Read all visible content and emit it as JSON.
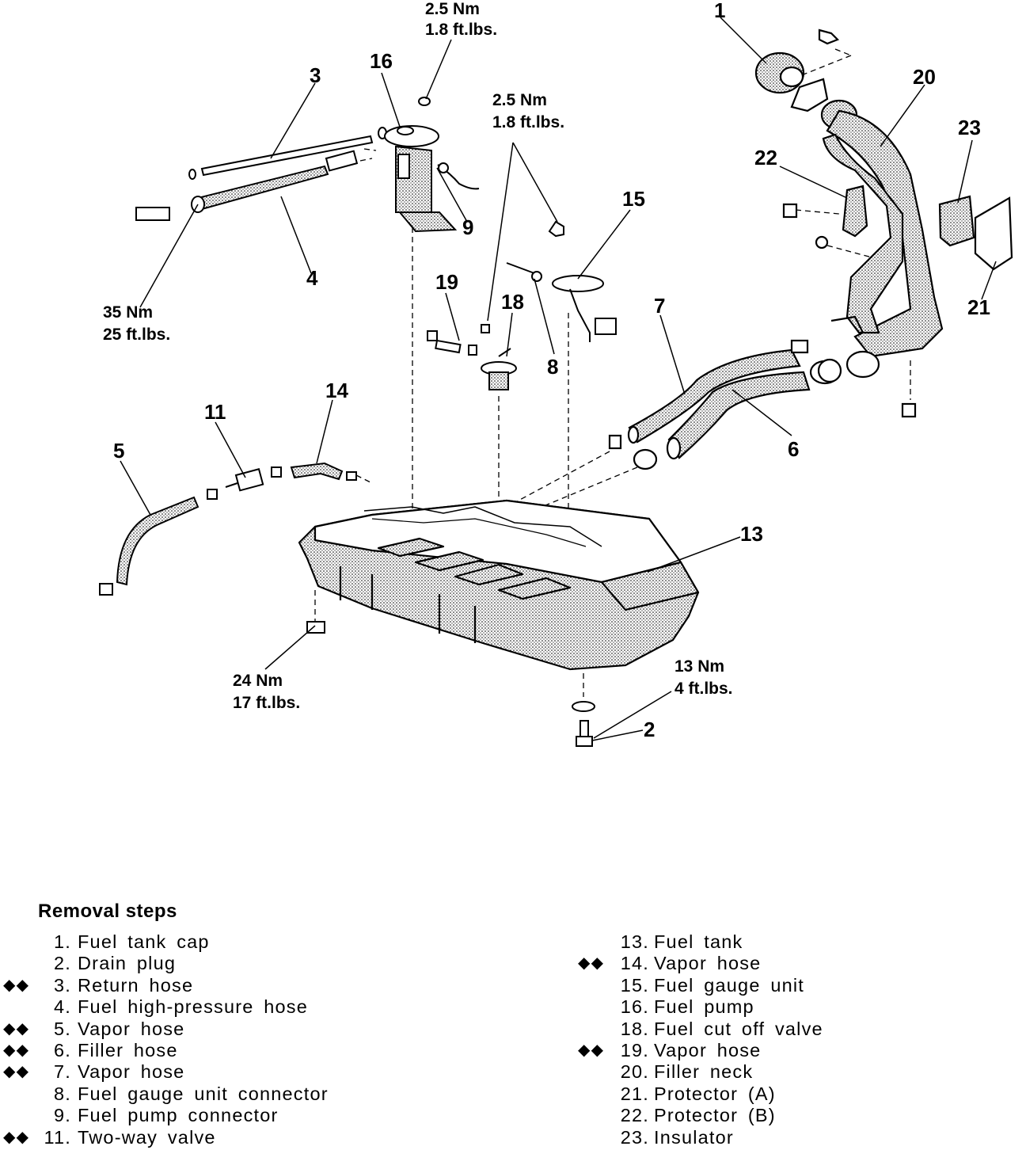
{
  "diagram": {
    "callouts": {
      "c1": "1",
      "c2": "2",
      "c3": "3",
      "c4": "4",
      "c5": "5",
      "c6": "6",
      "c7": "7",
      "c8": "8",
      "c9": "9",
      "c11": "11",
      "c13": "13",
      "c14": "14",
      "c15": "15",
      "c16": "16",
      "c18": "18",
      "c19": "19",
      "c20": "20",
      "c21": "21",
      "c22": "22",
      "c23": "23"
    },
    "torques": {
      "pump_top_nm": "2.5 Nm",
      "pump_top_ft": "1.8 ft.lbs.",
      "gauge_nm": "2.5 Nm",
      "gauge_ft": "1.8 ft.lbs.",
      "hose_nm": "35 Nm",
      "hose_ft": "25 ft.lbs.",
      "tank_nm": "24 Nm",
      "tank_ft": "17 ft.lbs.",
      "drain_nm": "13 Nm",
      "drain_ft": "4 ft.lbs."
    }
  },
  "removal_steps": {
    "title": "Removal steps",
    "marker_glyph": "◆◆",
    "left": [
      {
        "mark": "",
        "num": "1.",
        "label": "Fuel tank cap"
      },
      {
        "mark": "",
        "num": "2.",
        "label": "Drain plug"
      },
      {
        "mark": "◆◆",
        "num": "3.",
        "label": "Return hose"
      },
      {
        "mark": "",
        "num": "4.",
        "label": "Fuel high-pressure hose"
      },
      {
        "mark": "◆◆",
        "num": "5.",
        "label": "Vapor hose"
      },
      {
        "mark": "◆◆",
        "num": "6.",
        "label": "Filler hose"
      },
      {
        "mark": "◆◆",
        "num": "7.",
        "label": "Vapor hose"
      },
      {
        "mark": "",
        "num": "8.",
        "label": "Fuel gauge unit connector"
      },
      {
        "mark": "",
        "num": "9.",
        "label": "Fuel pump connector"
      },
      {
        "mark": "◆◆",
        "num": "11.",
        "label": "Two-way valve"
      }
    ],
    "right": [
      {
        "mark": "",
        "num": "13.",
        "label": "Fuel tank"
      },
      {
        "mark": "◆◆",
        "num": "14.",
        "label": "Vapor hose"
      },
      {
        "mark": "",
        "num": "15.",
        "label": "Fuel gauge unit"
      },
      {
        "mark": "",
        "num": "16.",
        "label": "Fuel pump"
      },
      {
        "mark": "",
        "num": "18.",
        "label": "Fuel cut off valve"
      },
      {
        "mark": "◆◆",
        "num": "19.",
        "label": "Vapor hose"
      },
      {
        "mark": "",
        "num": "20.",
        "label": "Filler neck"
      },
      {
        "mark": "",
        "num": "21.",
        "label": "Protector (A)"
      },
      {
        "mark": "",
        "num": "22.",
        "label": "Protector (B)"
      },
      {
        "mark": "",
        "num": "23.",
        "label": "Insulator"
      }
    ]
  }
}
